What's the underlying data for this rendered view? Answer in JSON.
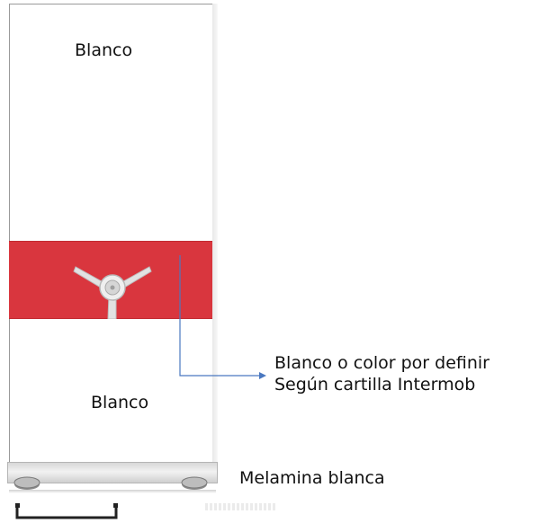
{
  "cabinet": {
    "top_panel_label": "Blanco",
    "bottom_panel_label": "Blanco",
    "middle_panel_color": "#d9363e"
  },
  "annotations": {
    "color_line1": "Blanco o color por definir",
    "color_line2": "Según cartilla Intermob",
    "base_label": "Melamina blanca"
  },
  "colors": {
    "connector": "#4a78c0"
  },
  "icons": {
    "handle": "three-spoke-knob-icon",
    "feet": "leveling-foot-icon",
    "arrow": "arrow-right-icon"
  }
}
